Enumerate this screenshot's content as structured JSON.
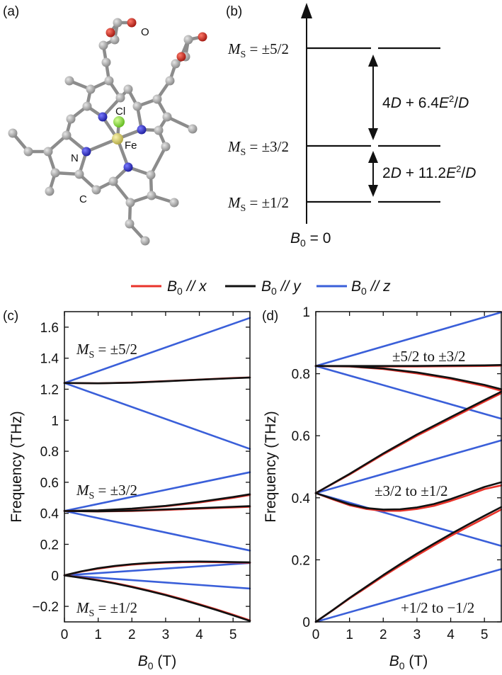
{
  "panels": {
    "a": {
      "label": "(a)"
    },
    "b": {
      "label": "(b)"
    },
    "c": {
      "label": "(c)"
    },
    "d": {
      "label": "(d)"
    }
  },
  "molecule": {
    "atoms": {
      "O": "O",
      "Cl": "Cl",
      "Fe": "Fe",
      "N": "N",
      "C": "C"
    },
    "colors": {
      "carbon": "#9a9a9a",
      "nitrogen": "#2323c8",
      "oxygen": "#c8201a",
      "chlorine": "#8ee03a",
      "iron": "#d8cf6a"
    }
  },
  "energy_diagram": {
    "levels": [
      {
        "ms_prefix": "M",
        "ms_sub": "S",
        "ms_value": " = ±5/2"
      },
      {
        "ms_prefix": "M",
        "ms_sub": "S",
        "ms_value": " = ±3/2"
      },
      {
        "ms_prefix": "M",
        "ms_sub": "S",
        "ms_value": " = ±1/2"
      }
    ],
    "gap_upper": {
      "a": "4",
      "D1": "D",
      "mid": " + 6.4",
      "E": "E",
      "sup": "2",
      "slash": "/",
      "D2": "D"
    },
    "gap_lower": {
      "a": "2",
      "D1": "D",
      "mid": " + 11.2",
      "E": "E",
      "sup": "2",
      "slash": "/",
      "D2": "D"
    },
    "field": {
      "B": "B",
      "sub": "0",
      "rest": " = 0"
    }
  },
  "legend": [
    {
      "B": "B",
      "sub": "0",
      "rest": " // x",
      "color": "#e8332a"
    },
    {
      "B": "B",
      "sub": "0",
      "rest": " // y",
      "color": "#111111"
    },
    {
      "B": "B",
      "sub": "0",
      "rest": " // z",
      "color": "#3a5fd9"
    }
  ],
  "axes": {
    "ylabel": "Frequency (THz)",
    "xlabel": {
      "B": "B",
      "sub": "0",
      "rest": " (T)"
    }
  },
  "chart_data": [
    {
      "type": "line",
      "panel": "c",
      "xlim": [
        0,
        5.5
      ],
      "ylim": [
        -0.3,
        1.7
      ],
      "x_ticks": [
        "0",
        "1",
        "2",
        "3",
        "4",
        "5"
      ],
      "y_ticks": [
        "−0.2",
        "0",
        "0.2",
        "0.4",
        "0.6",
        "0.8",
        "1",
        "1.2",
        "1.4",
        "1.6"
      ],
      "y_tick_values": [
        -0.2,
        0,
        0.2,
        0.4,
        0.6,
        0.8,
        1.0,
        1.2,
        1.4,
        1.6
      ],
      "annotations": [
        {
          "prefix": "M",
          "sub": "S",
          "value": " = ±5/2"
        },
        {
          "prefix": "M",
          "sub": "S",
          "value": " = ±3/2"
        },
        {
          "prefix": "M",
          "sub": "S",
          "value": " = ±1/2"
        }
      ],
      "series": [
        {
          "color": "#3a5fd9",
          "x": [
            0,
            5.5
          ],
          "y": [
            1.24,
            1.66
          ]
        },
        {
          "color": "#3a5fd9",
          "x": [
            0,
            5.5
          ],
          "y": [
            1.24,
            0.815
          ]
        },
        {
          "color": "#e8332a",
          "x": [
            0,
            1,
            2,
            3,
            4,
            5,
            5.5
          ],
          "y": [
            1.24,
            1.238,
            1.243,
            1.252,
            1.262,
            1.272,
            1.276
          ]
        },
        {
          "color": "#111111",
          "x": [
            0,
            1,
            2,
            3,
            4,
            5,
            5.5
          ],
          "y": [
            1.24,
            1.238,
            1.242,
            1.251,
            1.261,
            1.271,
            1.275
          ]
        },
        {
          "color": "#3a5fd9",
          "x": [
            0,
            5.5
          ],
          "y": [
            0.415,
            0.665
          ]
        },
        {
          "color": "#3a5fd9",
          "x": [
            0,
            5.5
          ],
          "y": [
            0.415,
            0.16
          ]
        },
        {
          "color": "#e8332a",
          "x": [
            0,
            1,
            2,
            3,
            4,
            5,
            5.5
          ],
          "y": [
            0.415,
            0.418,
            0.428,
            0.445,
            0.47,
            0.5,
            0.518
          ]
        },
        {
          "color": "#111111",
          "x": [
            0,
            1,
            2,
            3,
            4,
            5,
            5.5
          ],
          "y": [
            0.415,
            0.419,
            0.43,
            0.448,
            0.474,
            0.505,
            0.523
          ]
        },
        {
          "color": "#e8332a",
          "x": [
            0,
            1,
            2,
            3,
            4,
            5,
            5.5
          ],
          "y": [
            0.415,
            0.412,
            0.415,
            0.422,
            0.43,
            0.438,
            0.442
          ]
        },
        {
          "color": "#111111",
          "x": [
            0,
            1,
            2,
            3,
            4,
            5,
            5.5
          ],
          "y": [
            0.415,
            0.413,
            0.417,
            0.425,
            0.434,
            0.442,
            0.446
          ]
        },
        {
          "color": "#3a5fd9",
          "x": [
            0,
            5.5
          ],
          "y": [
            0.0,
            0.08
          ]
        },
        {
          "color": "#3a5fd9",
          "x": [
            0,
            5.5
          ],
          "y": [
            0.0,
            -0.085
          ]
        },
        {
          "color": "#e8332a",
          "x": [
            0,
            0.5,
            1,
            1.5,
            2,
            2.5,
            3,
            3.5,
            4,
            4.5,
            5,
            5.5
          ],
          "y": [
            0.0,
            0.024,
            0.043,
            0.058,
            0.069,
            0.077,
            0.082,
            0.085,
            0.086,
            0.085,
            0.083,
            0.081
          ]
        },
        {
          "color": "#111111",
          "x": [
            0,
            0.5,
            1,
            1.5,
            2,
            2.5,
            3,
            3.5,
            4,
            4.5,
            5,
            5.5
          ],
          "y": [
            0.0,
            0.026,
            0.046,
            0.061,
            0.072,
            0.08,
            0.085,
            0.088,
            0.089,
            0.088,
            0.086,
            0.084
          ]
        },
        {
          "color": "#e8332a",
          "x": [
            0,
            0.5,
            1,
            1.5,
            2,
            2.5,
            3,
            3.5,
            4,
            4.5,
            5,
            5.5
          ],
          "y": [
            0.0,
            -0.014,
            -0.03,
            -0.05,
            -0.072,
            -0.097,
            -0.124,
            -0.154,
            -0.186,
            -0.219,
            -0.254,
            -0.29
          ]
        },
        {
          "color": "#111111",
          "x": [
            0,
            0.5,
            1,
            1.5,
            2,
            2.5,
            3,
            3.5,
            4,
            4.5,
            5,
            5.5
          ],
          "y": [
            0.0,
            -0.016,
            -0.033,
            -0.053,
            -0.076,
            -0.101,
            -0.128,
            -0.158,
            -0.19,
            -0.223,
            -0.258,
            -0.294
          ]
        }
      ]
    },
    {
      "type": "line",
      "panel": "d",
      "xlim": [
        0,
        5.5
      ],
      "ylim": [
        0,
        1.0
      ],
      "x_ticks": [
        "0",
        "1",
        "2",
        "3",
        "4",
        "5"
      ],
      "y_ticks": [
        "0",
        "0.2",
        "0.4",
        "0.6",
        "0.8",
        "1"
      ],
      "y_tick_values": [
        0,
        0.2,
        0.4,
        0.6,
        0.8,
        1.0
      ],
      "annotations": [
        {
          "text": "±5/2 to ±3/2"
        },
        {
          "text": "±3/2 to ±1/2"
        },
        {
          "text": "+1/2 to −1/2"
        }
      ],
      "series": [
        {
          "color": "#3a5fd9",
          "x": [
            0,
            5.5
          ],
          "y": [
            0.825,
            0.998
          ]
        },
        {
          "color": "#3a5fd9",
          "x": [
            0,
            5.5
          ],
          "y": [
            0.825,
            0.655
          ]
        },
        {
          "color": "#e8332a",
          "x": [
            0,
            1,
            2,
            3,
            4,
            5,
            5.5
          ],
          "y": [
            0.825,
            0.824,
            0.823,
            0.823,
            0.824,
            0.825,
            0.826
          ]
        },
        {
          "color": "#111111",
          "x": [
            0,
            1,
            2,
            3,
            4,
            5,
            5.5
          ],
          "y": [
            0.825,
            0.825,
            0.825,
            0.825,
            0.826,
            0.827,
            0.828
          ]
        },
        {
          "color": "#e8332a",
          "x": [
            0,
            1,
            2,
            3,
            4,
            5,
            5.5
          ],
          "y": [
            0.825,
            0.823,
            0.815,
            0.801,
            0.783,
            0.76,
            0.745
          ]
        },
        {
          "color": "#111111",
          "x": [
            0,
            1,
            2,
            3,
            4,
            5,
            5.5
          ],
          "y": [
            0.825,
            0.824,
            0.817,
            0.804,
            0.786,
            0.764,
            0.75
          ]
        },
        {
          "color": "#3a5fd9",
          "x": [
            0,
            5.5
          ],
          "y": [
            0.415,
            0.585
          ]
        },
        {
          "color": "#3a5fd9",
          "x": [
            0,
            5.5
          ],
          "y": [
            0.415,
            0.245
          ]
        },
        {
          "color": "#e8332a",
          "x": [
            0,
            1,
            2,
            3,
            4,
            5,
            5.5
          ],
          "y": [
            0.415,
            0.475,
            0.54,
            0.6,
            0.655,
            0.71,
            0.737
          ]
        },
        {
          "color": "#111111",
          "x": [
            0,
            1,
            2,
            3,
            4,
            5,
            5.5
          ],
          "y": [
            0.415,
            0.477,
            0.543,
            0.604,
            0.66,
            0.715,
            0.742
          ]
        },
        {
          "color": "#e8332a",
          "x": [
            0,
            0.5,
            1,
            1.5,
            2,
            2.5,
            3,
            3.5,
            4,
            4.5,
            5,
            5.5
          ],
          "y": [
            0.415,
            0.395,
            0.376,
            0.364,
            0.358,
            0.358,
            0.364,
            0.374,
            0.39,
            0.408,
            0.428,
            0.44
          ]
        },
        {
          "color": "#111111",
          "x": [
            0,
            0.5,
            1,
            1.5,
            2,
            2.5,
            3,
            3.5,
            4,
            4.5,
            5,
            5.5
          ],
          "y": [
            0.415,
            0.397,
            0.379,
            0.367,
            0.362,
            0.363,
            0.369,
            0.38,
            0.396,
            0.415,
            0.435,
            0.45
          ]
        },
        {
          "color": "#3a5fd9",
          "x": [
            0,
            5.5
          ],
          "y": [
            0.0,
            0.17
          ]
        },
        {
          "color": "#e8332a",
          "x": [
            0,
            0.5,
            1,
            1.5,
            2,
            2.5,
            3,
            3.5,
            4,
            4.5,
            5,
            5.5
          ],
          "y": [
            0.0,
            0.037,
            0.075,
            0.111,
            0.147,
            0.181,
            0.214,
            0.246,
            0.277,
            0.306,
            0.334,
            0.362
          ]
        },
        {
          "color": "#111111",
          "x": [
            0,
            0.5,
            1,
            1.5,
            2,
            2.5,
            3,
            3.5,
            4,
            4.5,
            5,
            5.5
          ],
          "y": [
            0.0,
            0.038,
            0.077,
            0.114,
            0.151,
            0.186,
            0.22,
            0.252,
            0.283,
            0.313,
            0.342,
            0.37
          ]
        }
      ]
    }
  ]
}
